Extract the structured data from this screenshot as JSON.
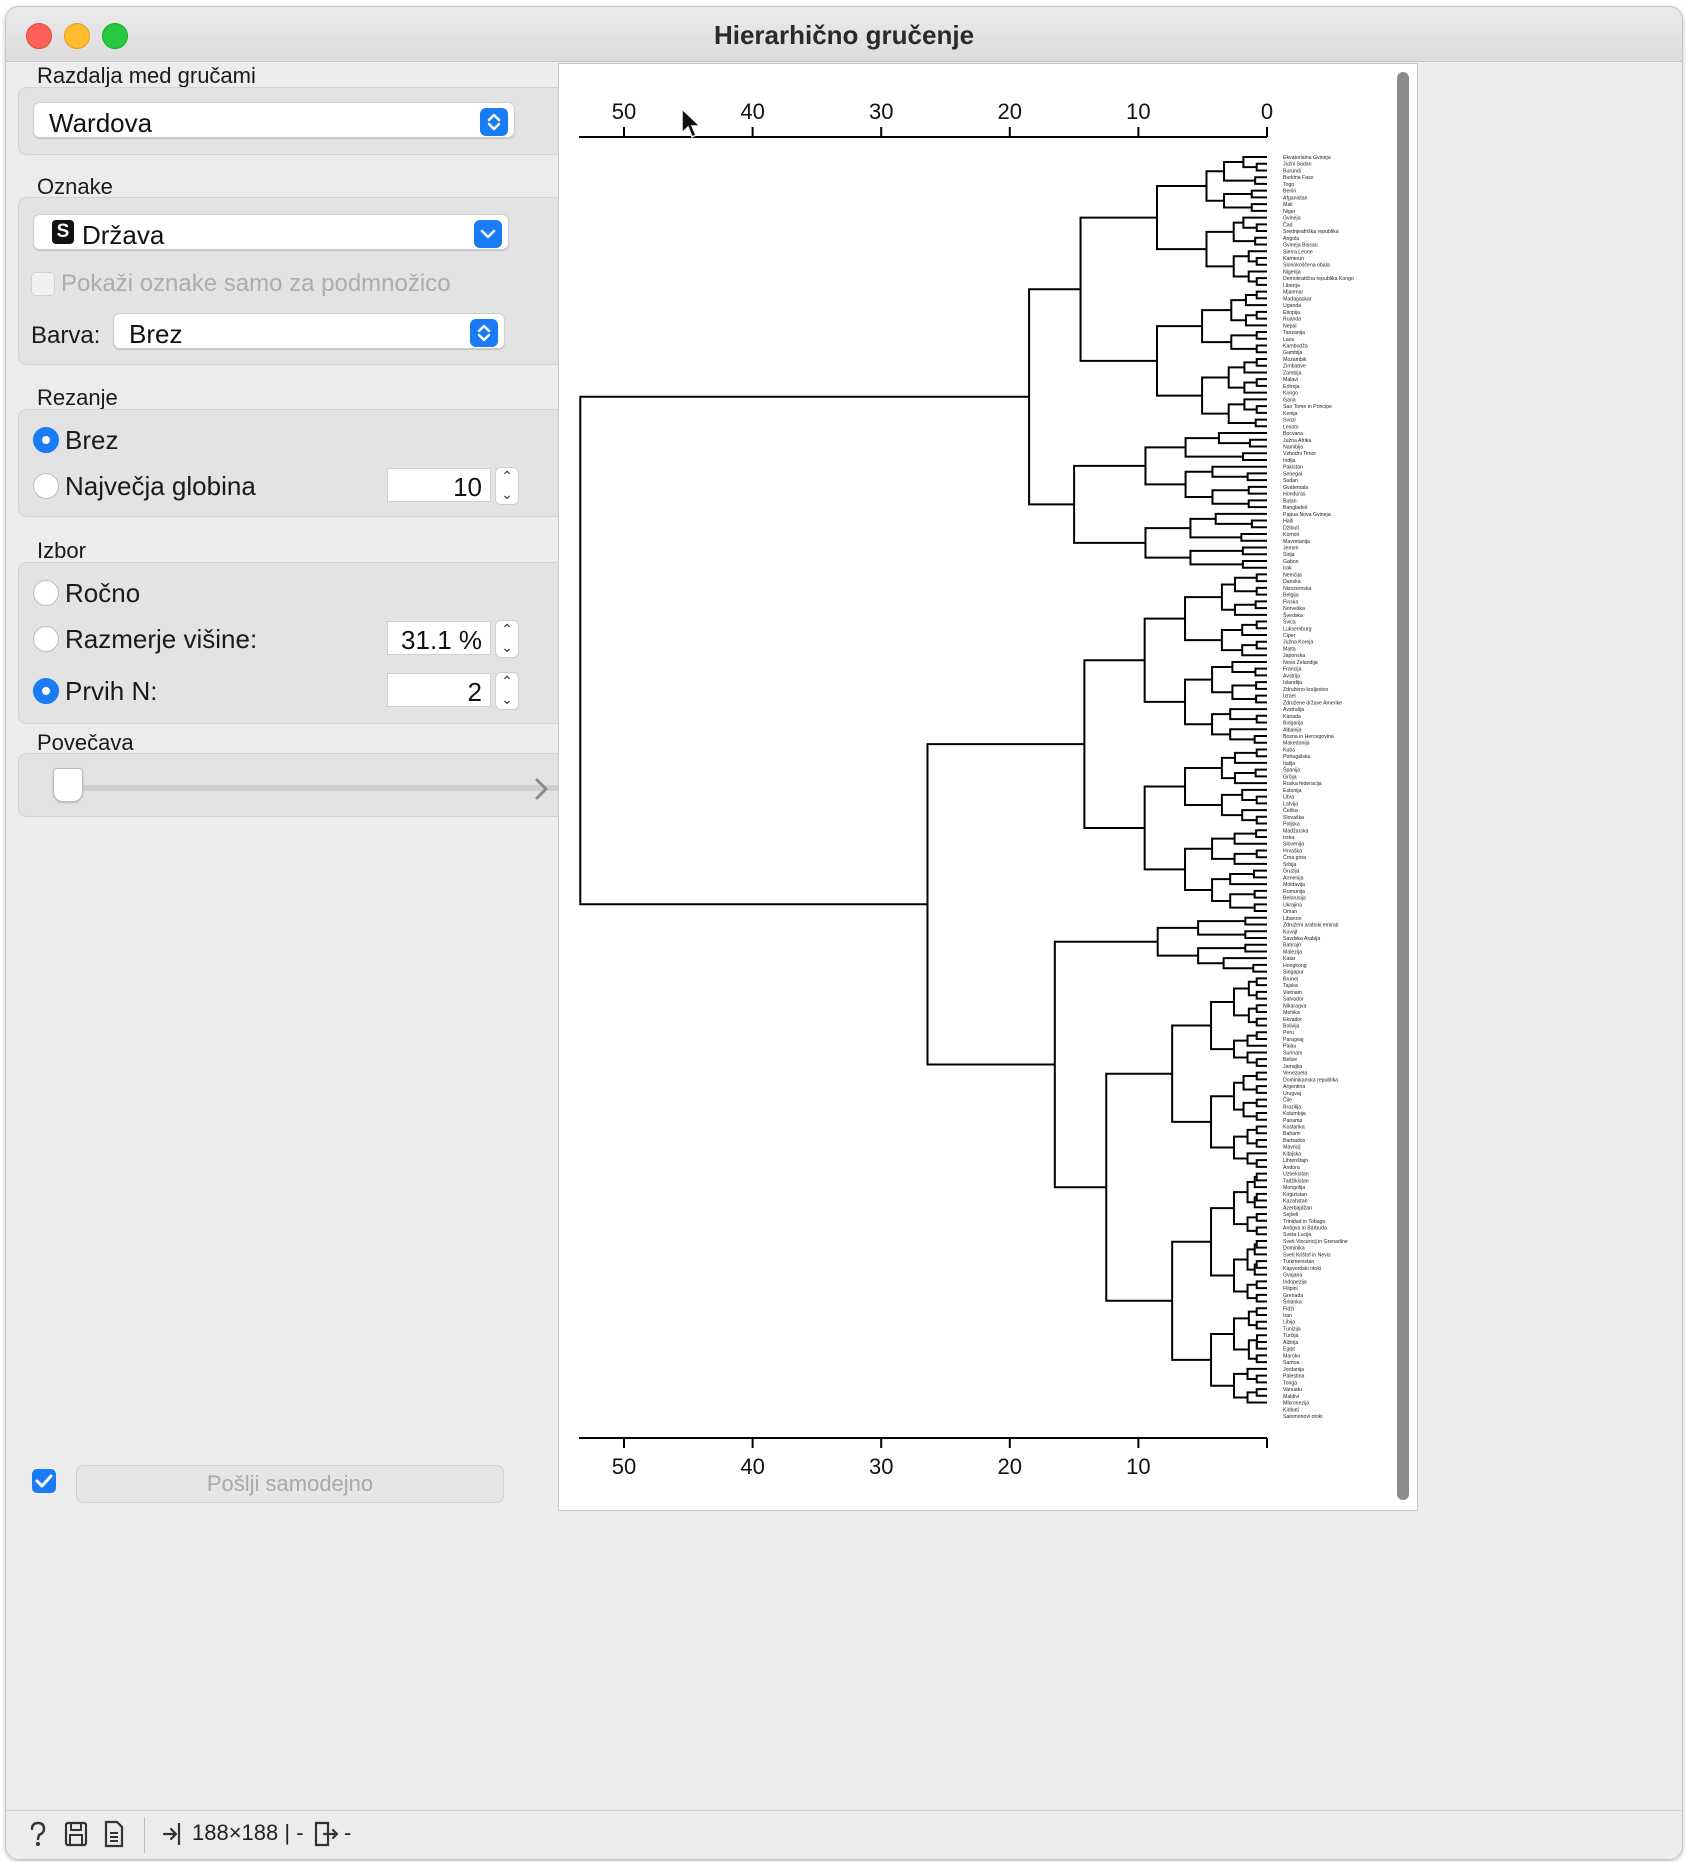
{
  "window": {
    "title": "Hierarhično gručenje"
  },
  "linkage": {
    "label": "Razdalja med gručami",
    "value": "Wardova"
  },
  "annotations": {
    "label": "Oznake",
    "value": "Država",
    "type_badge": "S",
    "subset_checkbox": "Pokaži oznake samo za podmnožico",
    "color_label": "Barva:",
    "color_value": "Brez"
  },
  "pruning": {
    "label": "Rezanje",
    "options": [
      "Brez",
      "Največja globina"
    ],
    "selected": "Brez",
    "max_depth": "10"
  },
  "selection": {
    "label": "Izbor",
    "options": [
      "Ročno",
      "Razmerje višine:",
      "Prvih N:"
    ],
    "selected": "Prvih N:",
    "height_ratio": "31.1 %",
    "top_n": "2"
  },
  "zoom": {
    "label": "Povečava",
    "level": 0
  },
  "send": {
    "label": "Pošlji samodejno",
    "auto": true
  },
  "status": {
    "size": "188×188 | -",
    "output": "-"
  },
  "axis": {
    "ticks": [
      "50",
      "40",
      "30",
      "20",
      "10",
      "0"
    ],
    "bottom_ticks": [
      "50",
      "40",
      "30",
      "20",
      "10"
    ]
  },
  "leaves": [
    "Ekvatorialna Gvineja",
    "Južni Sudan",
    "Burundi",
    "Burkina Faso",
    "Togo",
    "Benin",
    "Afganistan",
    "Mali",
    "Niger",
    "Gvineja",
    "Čad",
    "Srednjeafriška republika",
    "Angola",
    "Gvineja Bissau",
    "Sierra Leone",
    "Kamerun",
    "Slonokoščena obala",
    "Nigerija",
    "Demokratična republika Kongo",
    "Liberija",
    "Mjanmar",
    "Madagaskar",
    "Uganda",
    "Etiopija",
    "Ruanda",
    "Nepal",
    "Tanzanija",
    "Laos",
    "Kambodža",
    "Gambija",
    "Mozambik",
    "Zimbabve",
    "Zambija",
    "Malavi",
    "Eritreja",
    "Kongo",
    "Gana",
    "Sao Tome in Principe",
    "Kenija",
    "Svazi",
    "Lesoto",
    "Bocvana",
    "Južna Afrika",
    "Namibija",
    "Vzhodni Timor",
    "Indija",
    "Pakistan",
    "Senegal",
    "Sudan",
    "Gvatemala",
    "Honduras",
    "Butan",
    "Bangladeš",
    "Papua Nova Gvineja",
    "Haiti",
    "Džibuti",
    "Komori",
    "Mavretanija",
    "Jemen",
    "Sirija",
    "Gabon",
    "Irak",
    "Nemčija",
    "Danska",
    "Nizozemska",
    "Belgija",
    "Finska",
    "Norveška",
    "Švedska",
    "Švica",
    "Luksemburg",
    "Ciper",
    "Južna Koreja",
    "Malta",
    "Japonska",
    "Nova Zelandija",
    "Francija",
    "Avstrija",
    "Islandija",
    "Združeno kraljestvo",
    "Izrael",
    "Združene države Amerike",
    "Avstralija",
    "Kanada",
    "Bolgarija",
    "Albanija",
    "Bosna in Hercegovina",
    "Makedonija",
    "Kuba",
    "Portugalska",
    "Italija",
    "Španija",
    "Grčija",
    "Ruska federacija",
    "Estonija",
    "Litva",
    "Latvija",
    "Češka",
    "Slovaška",
    "Poljska",
    "Madžarska",
    "Irska",
    "Slovenija",
    "Hrvaška",
    "Črna gora",
    "Srbija",
    "Gruzija",
    "Armenija",
    "Moldavija",
    "Romunija",
    "Belorusija",
    "Ukrajina",
    "Oman",
    "Libanon",
    "Združeni arabski emirati",
    "Kuvajt",
    "Savdska Arabija",
    "Bahrajn",
    "Malezija",
    "Katar",
    "Hongkong",
    "Singapur",
    "Brunej",
    "Tajska",
    "Vietnam",
    "Salvador",
    "Nikaragva",
    "Mehika",
    "Ekvador",
    "Bolivija",
    "Peru",
    "Paragvaj",
    "Palau",
    "Surinam",
    "Belize",
    "Jamajka",
    "Venezuela",
    "Dominikanska republika",
    "Argentina",
    "Urugvaj",
    "Čile",
    "Brazilija",
    "Kolumbija",
    "Panama",
    "Kostarika",
    "Bahami",
    "Barbados",
    "Mavricij",
    "Kitajska",
    "Lihtenštajn",
    "Andora",
    "Uzbekistan",
    "Tadžikistan",
    "Mongolija",
    "Kirgizistan",
    "Kazahstan",
    "Azerbajdžan",
    "Sejšeli",
    "Trinidad in Tobago",
    "Antigva in Barbuda",
    "Sveta Lucija",
    "Sveti Vincencij in Grenadine",
    "Dominika",
    "Sveti Krištof in Nevis",
    "Turkmenistan",
    "Kapverdski otoki",
    "Gvajana",
    "Indonezija",
    "Filipini",
    "Grenada",
    "Šrilanka",
    "Fidži",
    "Iran",
    "Libija",
    "Tunizija",
    "Turčija",
    "Alžirija",
    "Egipt",
    "Maroko",
    "Samoa",
    "Jordanija",
    "Palestina",
    "Tonga",
    "Vanuatu",
    "Maldivi",
    "Mikronezija",
    "Kiribati",
    "Salomonovi otoki"
  ]
}
